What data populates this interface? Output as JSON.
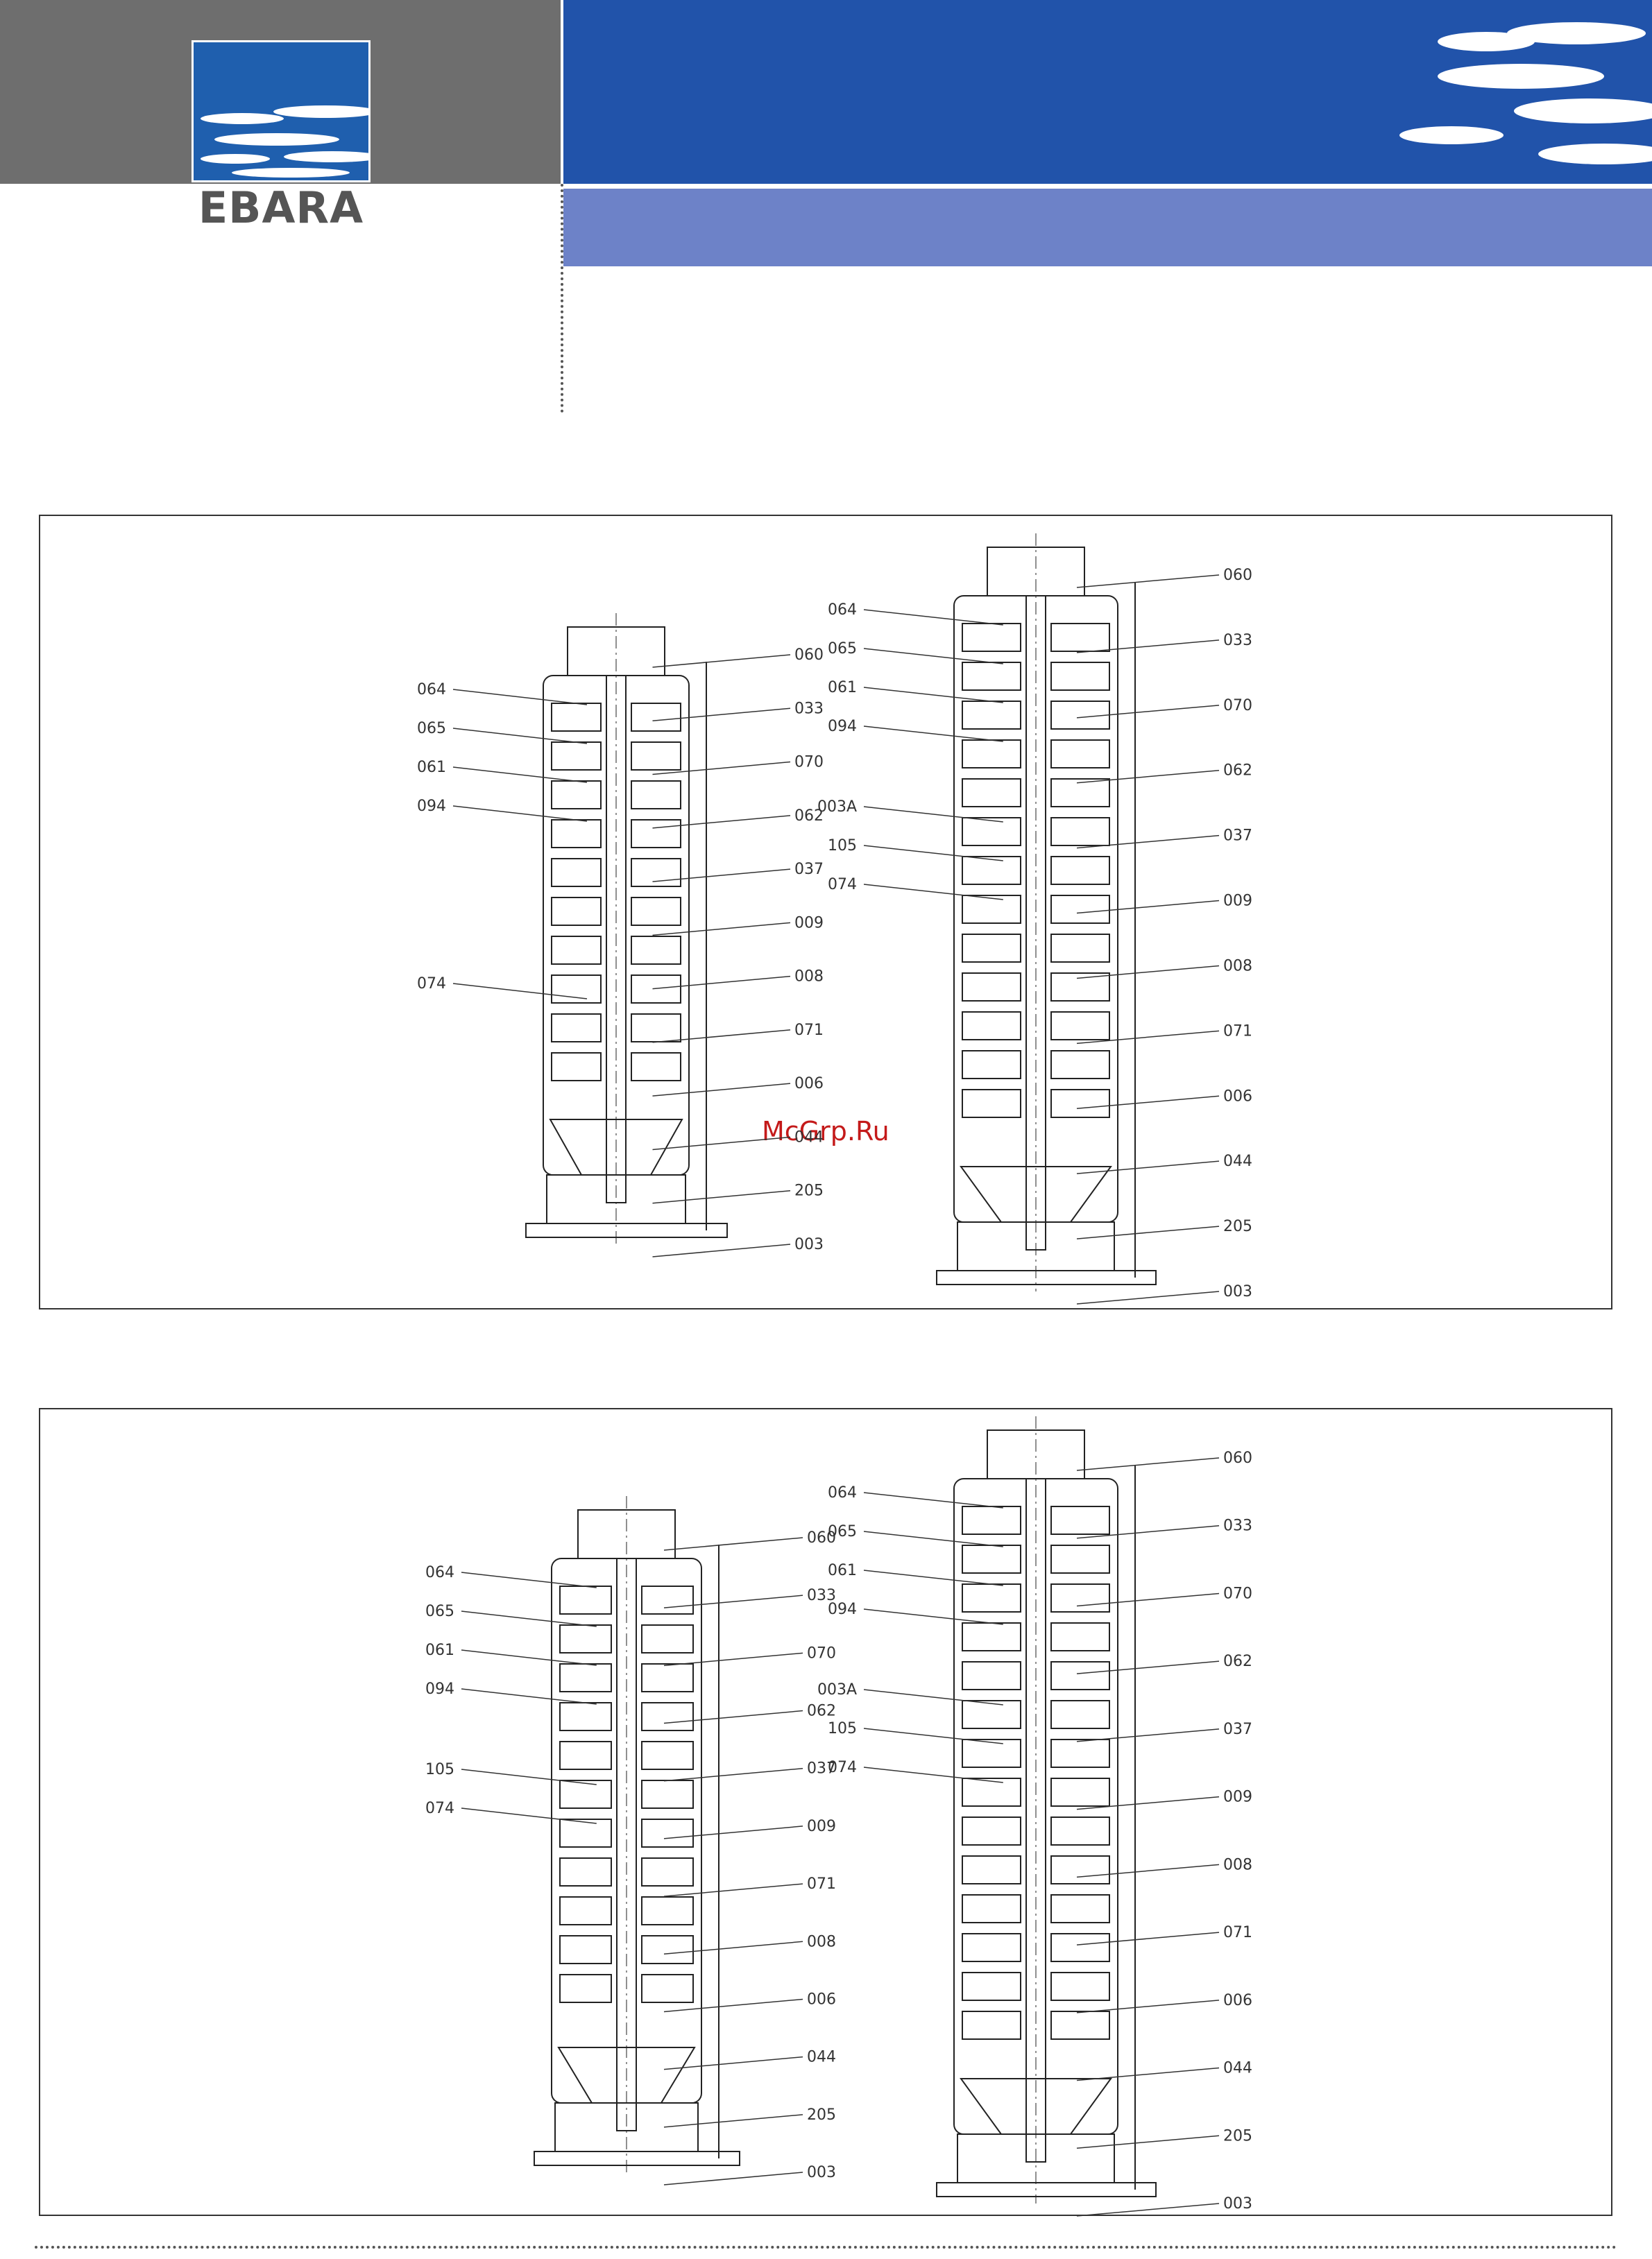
{
  "brand": {
    "name": "EBARA"
  },
  "colors": {
    "blue_band": "#2153aa",
    "lavender_band": "#6d82c8",
    "gray_band": "#6e6e6e",
    "logo_blue": "#1f5fae",
    "watermark": "#c41a1a"
  },
  "watermark": "McGrp.Ru",
  "panels": [
    {
      "pumps": [
        {
          "left_labels": [
            "064",
            "065",
            "061",
            "094",
            "074"
          ],
          "right_labels": [
            "060",
            "033",
            "070",
            "062",
            "037",
            "009",
            "008",
            "071",
            "006",
            "044",
            "205",
            "003"
          ]
        },
        {
          "left_labels": [
            "064",
            "065",
            "061",
            "094",
            "003A",
            "105",
            "074"
          ],
          "right_labels": [
            "060",
            "033",
            "070",
            "062",
            "037",
            "009",
            "008",
            "071",
            "006",
            "044",
            "205",
            "003"
          ]
        }
      ]
    },
    {
      "pumps": [
        {
          "left_labels": [
            "064",
            "065",
            "061",
            "094",
            "105",
            "074"
          ],
          "right_labels": [
            "060",
            "033",
            "070",
            "062",
            "037",
            "009",
            "071",
            "008",
            "006",
            "044",
            "205",
            "003"
          ]
        },
        {
          "left_labels": [
            "064",
            "065",
            "061",
            "094",
            "003A",
            "105",
            "074"
          ],
          "right_labels": [
            "060",
            "033",
            "070",
            "062",
            "037",
            "009",
            "008",
            "071",
            "006",
            "044",
            "205",
            "003"
          ]
        }
      ]
    }
  ]
}
